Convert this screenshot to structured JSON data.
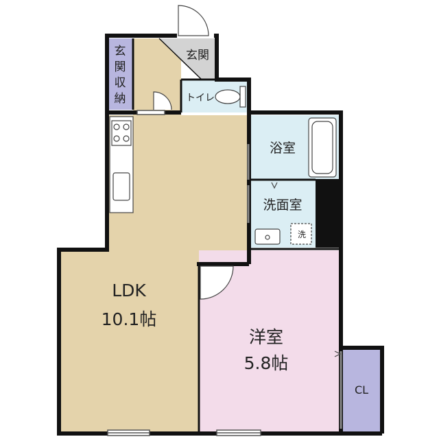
{
  "rooms": {
    "ldk": {
      "name": "LDK",
      "size": "10.1帖"
    },
    "western": {
      "name": "洋室",
      "size": "5.8帖"
    },
    "closet": {
      "name": "CL"
    },
    "entrance": {
      "name": "玄関"
    },
    "entrance_storage": {
      "chars": [
        "玄",
        "関",
        "収",
        "納"
      ]
    },
    "toilet": {
      "name": "トイレ"
    },
    "bathroom": {
      "name": "浴室"
    },
    "washroom": {
      "name": "洗面室"
    },
    "washer": {
      "name": "洗"
    }
  },
  "colors": {
    "ldk": "#e4d3ab",
    "western": "#f3dcea",
    "closet": "#b8b6df",
    "storage": "#b8b6df",
    "entrance": "#d3d3d3",
    "wet": "#dbeef4",
    "hall": "#e4d3ab",
    "wall": "#111111",
    "shaft": "#111111"
  }
}
